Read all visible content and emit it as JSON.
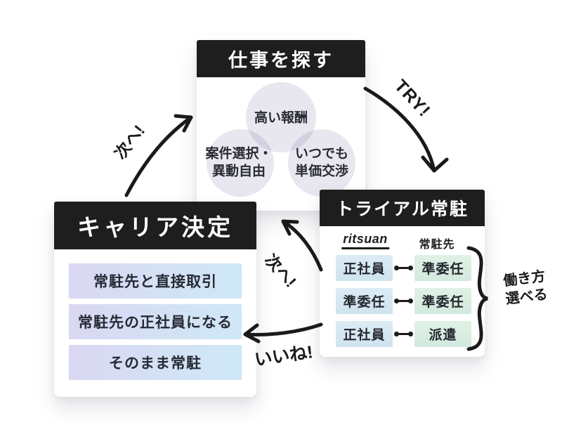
{
  "diagram": {
    "find_job": {
      "title": "仕事を探す",
      "circle_top": {
        "line1": "高い報酬",
        "line2": ""
      },
      "circle_left": {
        "line1": "案件選択・",
        "line2": "異動自由"
      },
      "circle_right": {
        "line1": "いつでも",
        "line2": "単価交渉"
      }
    },
    "trial": {
      "title": "トライアル常駐",
      "columns": {
        "left": "ritsuan",
        "right": "常駐先"
      },
      "rows": [
        {
          "left": "正社員",
          "right": "準委任"
        },
        {
          "left": "準委任",
          "right": "準委任"
        },
        {
          "left": "正社員",
          "right": "派遣"
        }
      ],
      "brace_label": {
        "line1": "働き方",
        "line2": "選べる"
      }
    },
    "career": {
      "title": "キャリア決定",
      "items": [
        "常駐先と直接取引",
        "常駐先の正社員になる",
        "そのまま常駐"
      ]
    },
    "arrows": {
      "try_label": "TRY!",
      "next_label_left": "次へ!",
      "next_label_mid": "次へ!",
      "like_label": "いいね!"
    },
    "colors": {
      "header_bg": "#1e1e1e",
      "header_text": "#ffffff",
      "arrow": "#1a1a1a",
      "circle_fill": "#e8e7ef",
      "cell_blue": "#d6e8f2",
      "cell_green": "#d9eee0",
      "item_gradient_start": "#dad7f2",
      "item_gradient_end": "#cfe7f6"
    }
  }
}
